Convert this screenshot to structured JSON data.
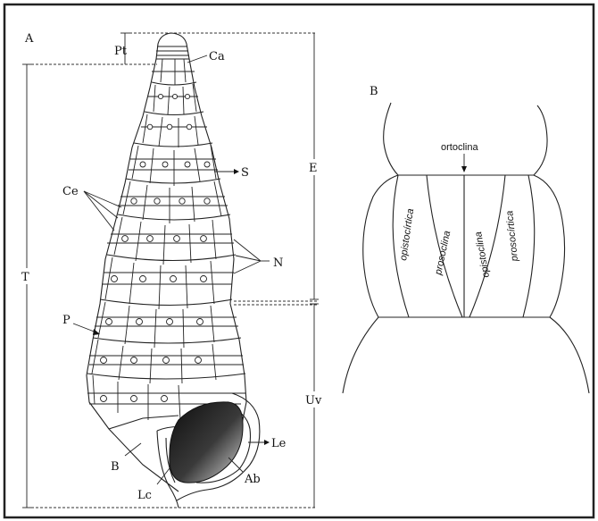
{
  "panel_a": {
    "letter": "A",
    "labels": {
      "pt": "Pt",
      "ca": "Ca",
      "e": "E",
      "s": "S",
      "ce": "Ce",
      "t": "T",
      "n": "N",
      "p": "P",
      "uv": "Uv",
      "le": "Le",
      "b": "B",
      "ab": "Ab",
      "lc": "Lc"
    }
  },
  "panel_b": {
    "letter": "B",
    "labels": {
      "ortoclina": "ortoclina",
      "opistocirtica": "opistocírtica",
      "prosoclina": "prosoclina",
      "opistoclina": "opistoclina",
      "prosocirtica": "prosocírtica"
    }
  },
  "colors": {
    "frame": "#222222",
    "ink": "#111111",
    "aperture_dark": "#111111",
    "aperture_light": "#cccccc"
  }
}
